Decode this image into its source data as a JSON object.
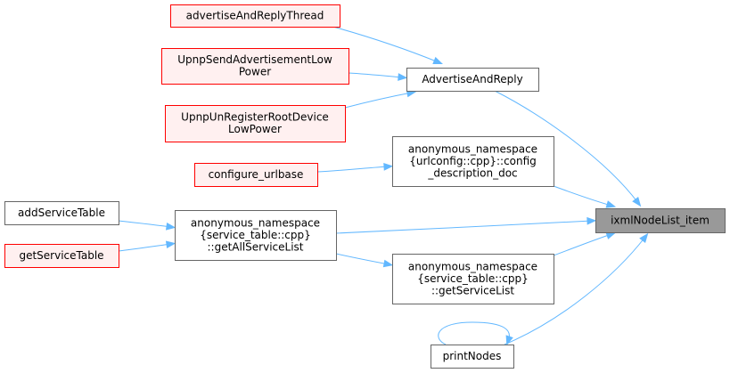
{
  "nodes": [
    {
      "id": "ixmlNodeList_item",
      "lines": [
        "ixmlNodeList_item"
      ],
      "style": "focus"
    },
    {
      "id": "AdvertiseAndReply",
      "lines": [
        "AdvertiseAndReply"
      ],
      "style": "normal"
    },
    {
      "id": "advertiseAndReplyThread",
      "lines": [
        "advertiseAndReplyThread"
      ],
      "style": "red"
    },
    {
      "id": "UpnpSendAdvertisementLowPower",
      "lines": [
        "UpnpSendAdvertisementLow",
        "Power"
      ],
      "style": "red"
    },
    {
      "id": "UpnpUnRegisterRootDeviceLowPower",
      "lines": [
        "UpnpUnRegisterRootDevice",
        "LowPower"
      ],
      "style": "red"
    },
    {
      "id": "config_description_doc",
      "lines": [
        "anonymous_namespace",
        "{urlconfig::cpp}::config",
        "_description_doc"
      ],
      "style": "normal"
    },
    {
      "id": "configure_urlbase",
      "lines": [
        "configure_urlbase"
      ],
      "style": "red"
    },
    {
      "id": "getAllServiceList",
      "lines": [
        "anonymous_namespace",
        "{service_table::cpp}",
        "::getAllServiceList"
      ],
      "style": "normal"
    },
    {
      "id": "addServiceTable",
      "lines": [
        "addServiceTable"
      ],
      "style": "normal"
    },
    {
      "id": "getServiceTable",
      "lines": [
        "getServiceTable"
      ],
      "style": "red"
    },
    {
      "id": "getServiceList",
      "lines": [
        "anonymous_namespace",
        "{service_table::cpp}",
        "::getServiceList"
      ],
      "style": "normal"
    },
    {
      "id": "printNodes",
      "lines": [
        "printNodes"
      ],
      "style": "normal"
    }
  ],
  "edges": [
    {
      "from": "advertiseAndReplyThread",
      "to": "AdvertiseAndReply"
    },
    {
      "from": "UpnpSendAdvertisementLowPower",
      "to": "AdvertiseAndReply"
    },
    {
      "from": "UpnpUnRegisterRootDeviceLowPower",
      "to": "AdvertiseAndReply"
    },
    {
      "from": "AdvertiseAndReply",
      "to": "ixmlNodeList_item"
    },
    {
      "from": "configure_urlbase",
      "to": "config_description_doc"
    },
    {
      "from": "config_description_doc",
      "to": "ixmlNodeList_item"
    },
    {
      "from": "addServiceTable",
      "to": "getAllServiceList"
    },
    {
      "from": "getServiceTable",
      "to": "getAllServiceList"
    },
    {
      "from": "getAllServiceList",
      "to": "ixmlNodeList_item"
    },
    {
      "from": "getAllServiceList",
      "to": "getServiceList"
    },
    {
      "from": "getServiceList",
      "to": "ixmlNodeList_item"
    },
    {
      "from": "printNodes",
      "to": "ixmlNodeList_item"
    },
    {
      "from": "printNodes",
      "to": "printNodes"
    }
  ],
  "colors": {
    "edge": "#63b8ff",
    "red_border": "#ff0000",
    "red_fill": "#fff0f0",
    "focus_fill": "#999999",
    "normal_border": "#666666"
  }
}
